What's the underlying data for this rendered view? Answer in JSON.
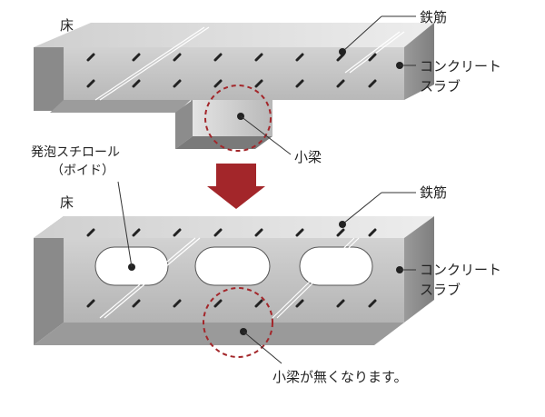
{
  "top": {
    "floor_label": "床",
    "rebar_label": "鉄筋",
    "slab_label_line1": "コンクリート",
    "slab_label_line2": "スラブ",
    "beam_label": "小梁"
  },
  "bottom": {
    "floor_label": "床",
    "rebar_label": "鉄筋",
    "slab_label_line1": "コンクリート",
    "slab_label_line2": "スラブ",
    "void_label_line1": "発泡スチロール",
    "void_label_line2": "（ボイド）",
    "note_label": "小梁が無くなります。"
  },
  "colors": {
    "arrow": "#a3262a",
    "dashed_circle": "#a3262a",
    "slab_front": "#c4c4c4",
    "slab_top": "#e2e2e2",
    "slab_side": "#8e8e8e",
    "dots": "#222222"
  },
  "icons": {
    "down_arrow": "down-arrow-icon"
  }
}
